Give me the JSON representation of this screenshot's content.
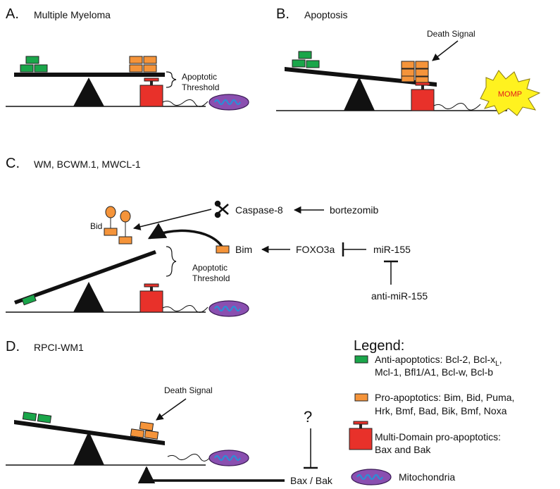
{
  "colors": {
    "anti": "#1aa64a",
    "pro": "#f5943a",
    "multi": "#e8312a",
    "mito": "#8a4fb0",
    "mito_inner": "#2a8fd6",
    "momp_fill": "#fff21f",
    "momp_text": "#e01b1b"
  },
  "panels": {
    "a": {
      "letter": "A.",
      "title": "Multiple Myeloma",
      "threshold": [
        "Apoptotic",
        "Threshold"
      ]
    },
    "b": {
      "letter": "B.",
      "title": "Apoptosis",
      "signal": "Death Signal",
      "momp": "MOMP"
    },
    "c": {
      "letter": "C.",
      "title": "WM, BCWM.1, MWCL-1",
      "bid": "Bid",
      "caspase": "Caspase-8",
      "bortezomib": "bortezomib",
      "bim": "Bim",
      "foxo": "FOXO3a",
      "mir": "miR-155",
      "antimir": "anti-miR-155",
      "threshold": [
        "Apoptotic",
        "Threshold"
      ]
    },
    "d": {
      "letter": "D.",
      "title": "RPCI-WM1",
      "signal": "Death Signal",
      "question": "?",
      "baxbak": "Bax / Bak"
    }
  },
  "legend": {
    "title": "Legend:",
    "anti": [
      "Anti-apoptotics:  Bcl-2, Bcl-x",
      "L",
      ",",
      "Mcl-1, Bfl1/A1, Bcl-w, Bcl-b"
    ],
    "pro": [
      "Pro-apoptotics:  Bim, Bid, Puma,",
      "Hrk, Bmf, Bad, Bik, Bmf, Noxa"
    ],
    "multi": [
      "Multi-Domain pro-apoptotics:",
      "Bax and Bak"
    ],
    "mito": "Mitochondria"
  }
}
